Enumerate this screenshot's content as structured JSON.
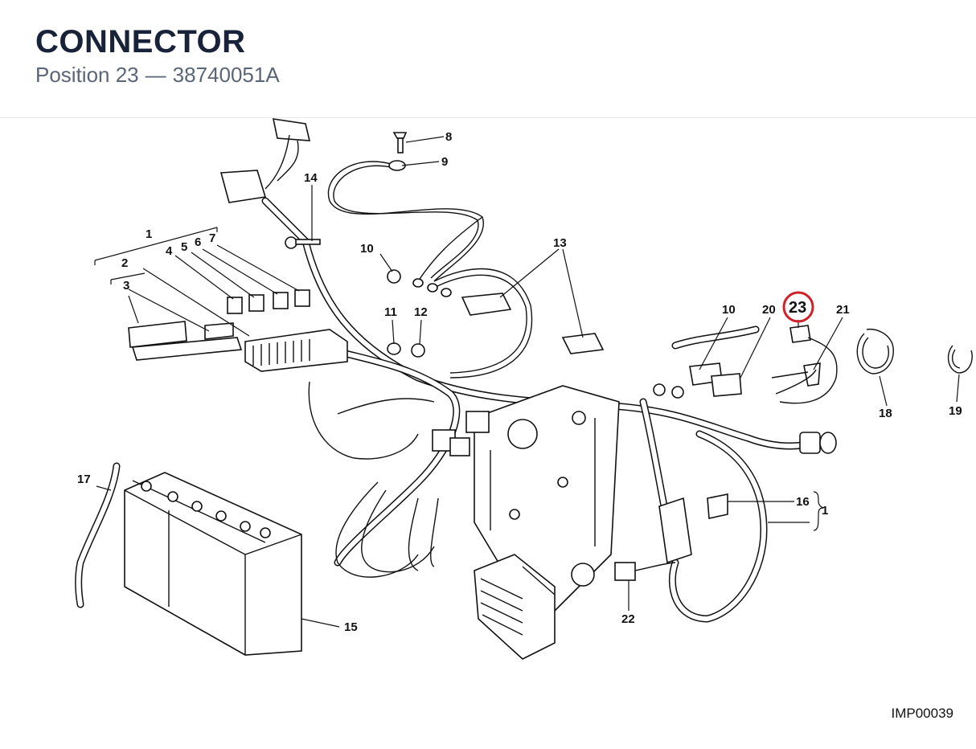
{
  "header": {
    "title": "CONNECTOR",
    "position_label": "Position 23",
    "separator": "—",
    "part_number": "38740051A"
  },
  "diagram": {
    "highlight_color": "#d0202a",
    "highlighted_callout": "23",
    "callouts": {
      "c1_top": "1",
      "c2": "2",
      "c3": "3",
      "c4": "4",
      "c5": "5",
      "c6": "6",
      "c7": "7",
      "c8": "8",
      "c9": "9",
      "c10_left": "10",
      "c10_right": "10",
      "c11": "11",
      "c12": "12",
      "c13": "13",
      "c14": "14",
      "c15": "15",
      "c16": "16",
      "c1_right": "1",
      "c17": "17",
      "c18": "18",
      "c19": "19",
      "c20": "20",
      "c21": "21",
      "c22": "22",
      "c23": "23"
    },
    "image_code": "IMP00039"
  }
}
